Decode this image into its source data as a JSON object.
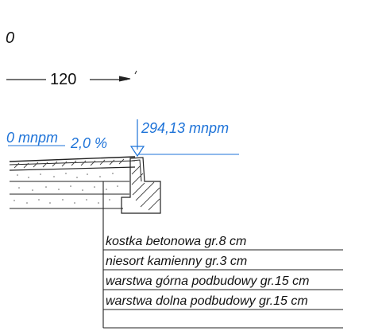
{
  "top_left_mark": "0",
  "dimension_label": "120",
  "left_elevation": "0 mnpm",
  "slope": "2,0 %",
  "right_elevation": "294,13 mnpm",
  "layers": [
    "kostka betonowa gr.8 cm",
    "niesort kamienny gr.3 cm",
    "warstwa górna podbudowy gr.15 cm",
    "warstwa dolna podbudowy gr.15 cm"
  ],
  "colors": {
    "annotation_blue": "#1e73d8",
    "line": "#222222"
  }
}
